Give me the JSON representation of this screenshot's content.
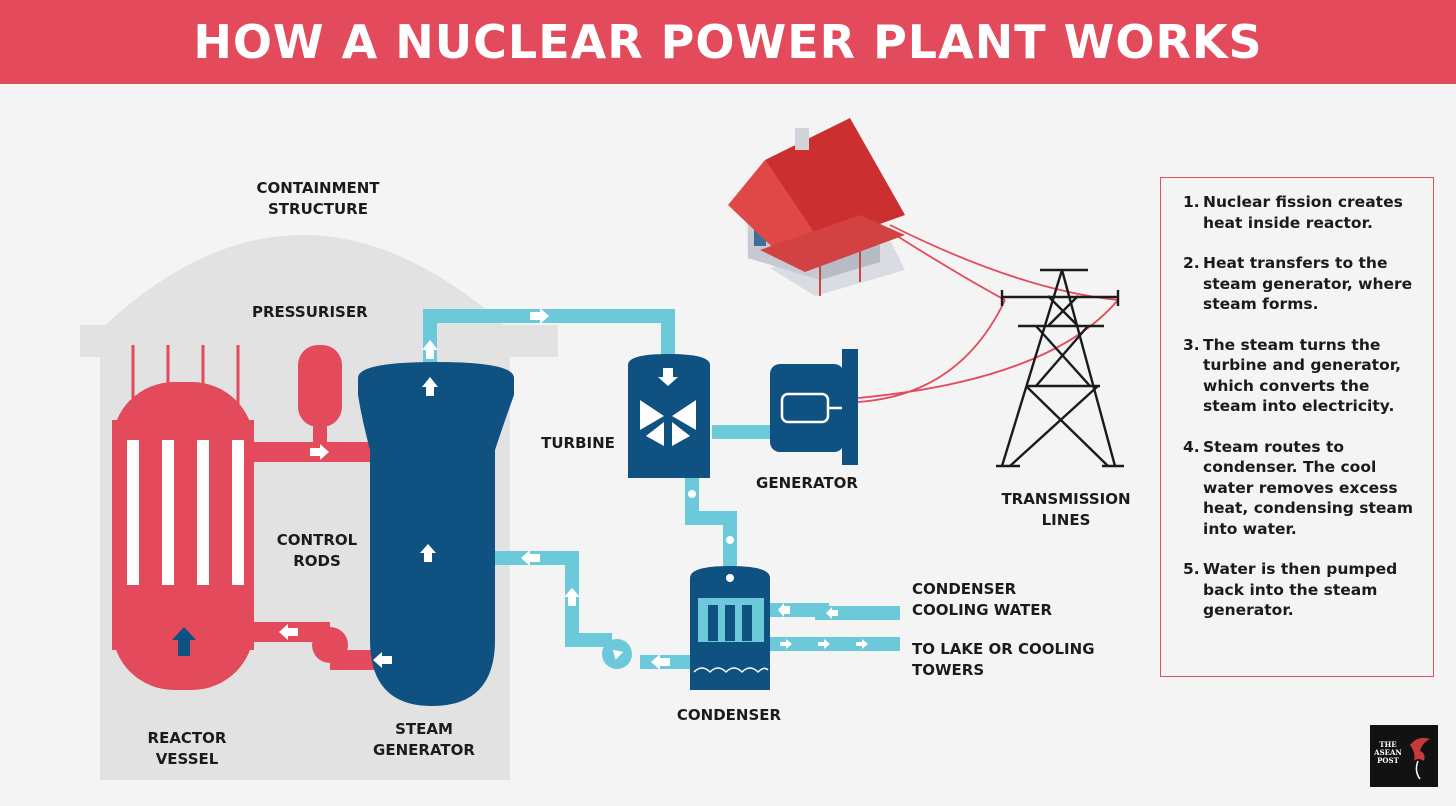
{
  "title": "HOW A NUCLEAR POWER PLANT WORKS",
  "labels": {
    "containment": "CONTAINMENT STRUCTURE",
    "pressuriser": "PRESSURISER",
    "control_rods": "CONTROL RODS",
    "reactor_vessel": "REACTOR VESSEL",
    "steam_generator": "STEAM GENERATOR",
    "turbine": "TURBINE",
    "generator": "GENERATOR",
    "condenser": "CONDENSER",
    "condenser_cooling_water": "CONDENSER COOLING WATER",
    "to_lake": "TO LAKE OR COOLING TOWERS",
    "transmission_lines": "TRANSMISSION LINES"
  },
  "steps": [
    {
      "num": "1.",
      "text": "Nuclear fission creates heat inside reactor."
    },
    {
      "num": "2.",
      "text": "Heat transfers to the steam generator, where steam forms."
    },
    {
      "num": "3.",
      "text": "The steam turns the turbine and generator, which converts the steam into electricity."
    },
    {
      "num": "4.",
      "text": "Steam routes to condenser. The cool water removes excess heat, condensing steam into water."
    },
    {
      "num": "5.",
      "text": "Water is then pumped back into the steam generator."
    }
  ],
  "logo": {
    "text": "THE ASEAN POST"
  },
  "colors": {
    "banner": "#e34a5b",
    "reactor_red": "#e34a5b",
    "steam_blue": "#0f5181",
    "water_cyan": "#6cc9d9",
    "containment_gray": "#e2e2e3",
    "roof_red": "#cc2f2f"
  }
}
